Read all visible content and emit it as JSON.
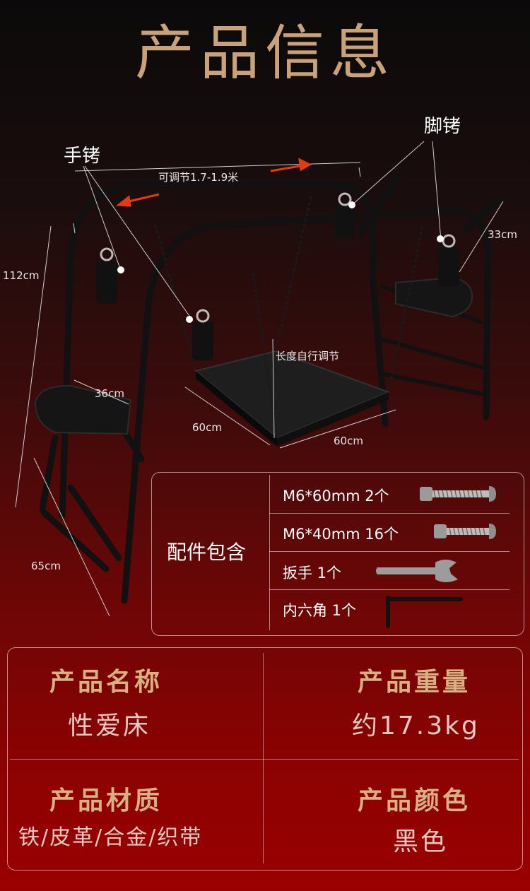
{
  "title": "产品信息",
  "diagram": {
    "handcuff_label": "手铐",
    "anklecuff_label": "脚铐",
    "adjustable_width": "可调节1.7-1.9米",
    "height": "112cm",
    "depth_right": "33cm",
    "seat_width": "36cm",
    "base_depth": "65cm",
    "platform_left": "60cm",
    "platform_right": "60cm",
    "chain_length": "长度自行调节"
  },
  "accessories": {
    "title": "配件包含",
    "items": [
      {
        "label": "M6*60mm  2个",
        "icon": "bolt-long-icon"
      },
      {
        "label": "M6*40mm  16个",
        "icon": "bolt-short-icon"
      },
      {
        "label": "扳手  1个",
        "icon": "wrench-icon"
      },
      {
        "label": "内六角  1个",
        "icon": "hex-key-icon"
      }
    ]
  },
  "info": {
    "name_label": "产品名称",
    "name_value": "性爱床",
    "weight_label": "产品重量",
    "weight_value": "约17.3kg",
    "material_label": "产品材质",
    "material_value": "铁/皮革/合金/织带",
    "color_label": "产品颜色",
    "color_value": "黑色"
  },
  "colors": {
    "title_gold": "#c9a27a",
    "label_gold": "#d8b183",
    "background_red": "#8b0202"
  }
}
